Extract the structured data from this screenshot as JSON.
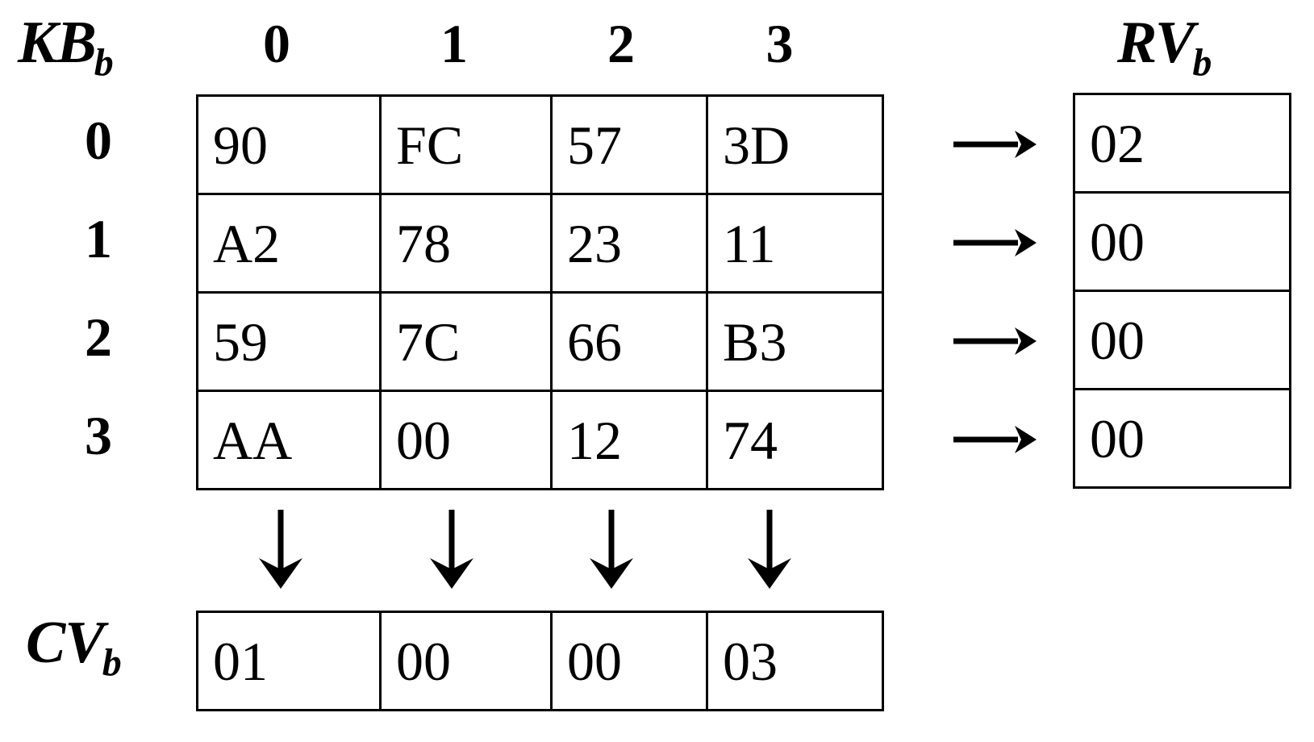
{
  "figure": {
    "kind": "matrix-reduction-diagram",
    "labels": {
      "matrix_base": "KB",
      "matrix_sub": "b",
      "row_vector_base": "RV",
      "row_vector_sub": "b",
      "column_vector_base": "CV",
      "column_vector_sub": "b"
    },
    "column_headers": [
      "0",
      "1",
      "2",
      "3"
    ],
    "row_headers": [
      "0",
      "1",
      "2",
      "3"
    ],
    "matrix_rows": [
      [
        "90",
        "FC",
        "57",
        "3D"
      ],
      [
        "A2",
        "78",
        "23",
        "11"
      ],
      [
        "59",
        "7C",
        "66",
        "B3"
      ],
      [
        "AA",
        "00",
        "12",
        "74"
      ]
    ],
    "row_vector_values": [
      "02",
      "00",
      "00",
      "00"
    ],
    "column_vector_values": [
      "01",
      "00",
      "00",
      "03"
    ],
    "arrows": {
      "row_arrow_glyph": "right-arrow",
      "column_arrow_glyph": "down-arrow",
      "row_arrow_count": 4,
      "column_arrow_count": 4
    },
    "colors": {
      "ink": "#000000",
      "paper": "#ffffff"
    }
  }
}
